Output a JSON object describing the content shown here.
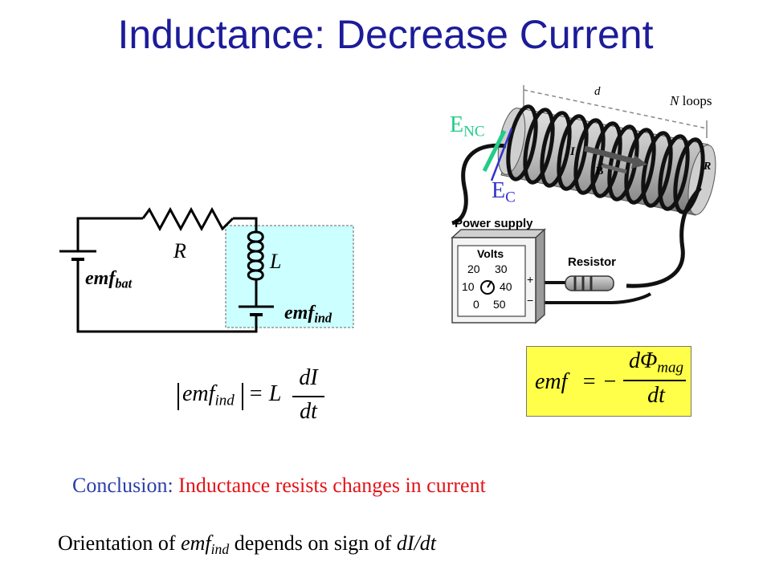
{
  "title": "Inductance: Decrease Current",
  "circuit": {
    "resistor_label": "R",
    "inductor_label": "L",
    "battery_label": "emf",
    "battery_sub": "bat",
    "ind_label": "emf",
    "ind_sub": "ind"
  },
  "equation1": {
    "lhs": "emf",
    "lhs_sub": "ind",
    "equals": "= L",
    "num": "dI",
    "den": "dt"
  },
  "apparatus": {
    "enc_label": "E",
    "enc_sub": "NC",
    "ec_label": "E",
    "ec_sub": "C",
    "d_label": "d",
    "n_label": "N",
    "loops_label": "loops",
    "current_label": "I",
    "b_label": "B",
    "r_label": "R",
    "power_supply": "Power supply",
    "volts": "Volts",
    "dial": [
      "20",
      "30",
      "10",
      "40",
      "0",
      "50"
    ],
    "plus": "+",
    "minus": "−",
    "resistor": "Resistor"
  },
  "equation2": {
    "lhs": "emf",
    "equals": "= −",
    "num": "dΦ",
    "num_sub": "mag",
    "den": "dt"
  },
  "conclusion": {
    "lead": "Conclusion:",
    "text": "Inductance resists changes in current"
  },
  "orientation": {
    "pre": "Orientation of ",
    "emf": "emf",
    "sub": "ind",
    "mid": " depends on sign of ",
    "term": "dI/dt"
  },
  "colors": {
    "title": "#1c1c9a",
    "highlight_box": "#ccffff",
    "formula_box": "#ffff4a",
    "enc_arrow": "#22cc88",
    "ec_arrow": "#3333cc",
    "conclusion_lead": "#2c3fa8",
    "conclusion_text": "#e3141a"
  }
}
